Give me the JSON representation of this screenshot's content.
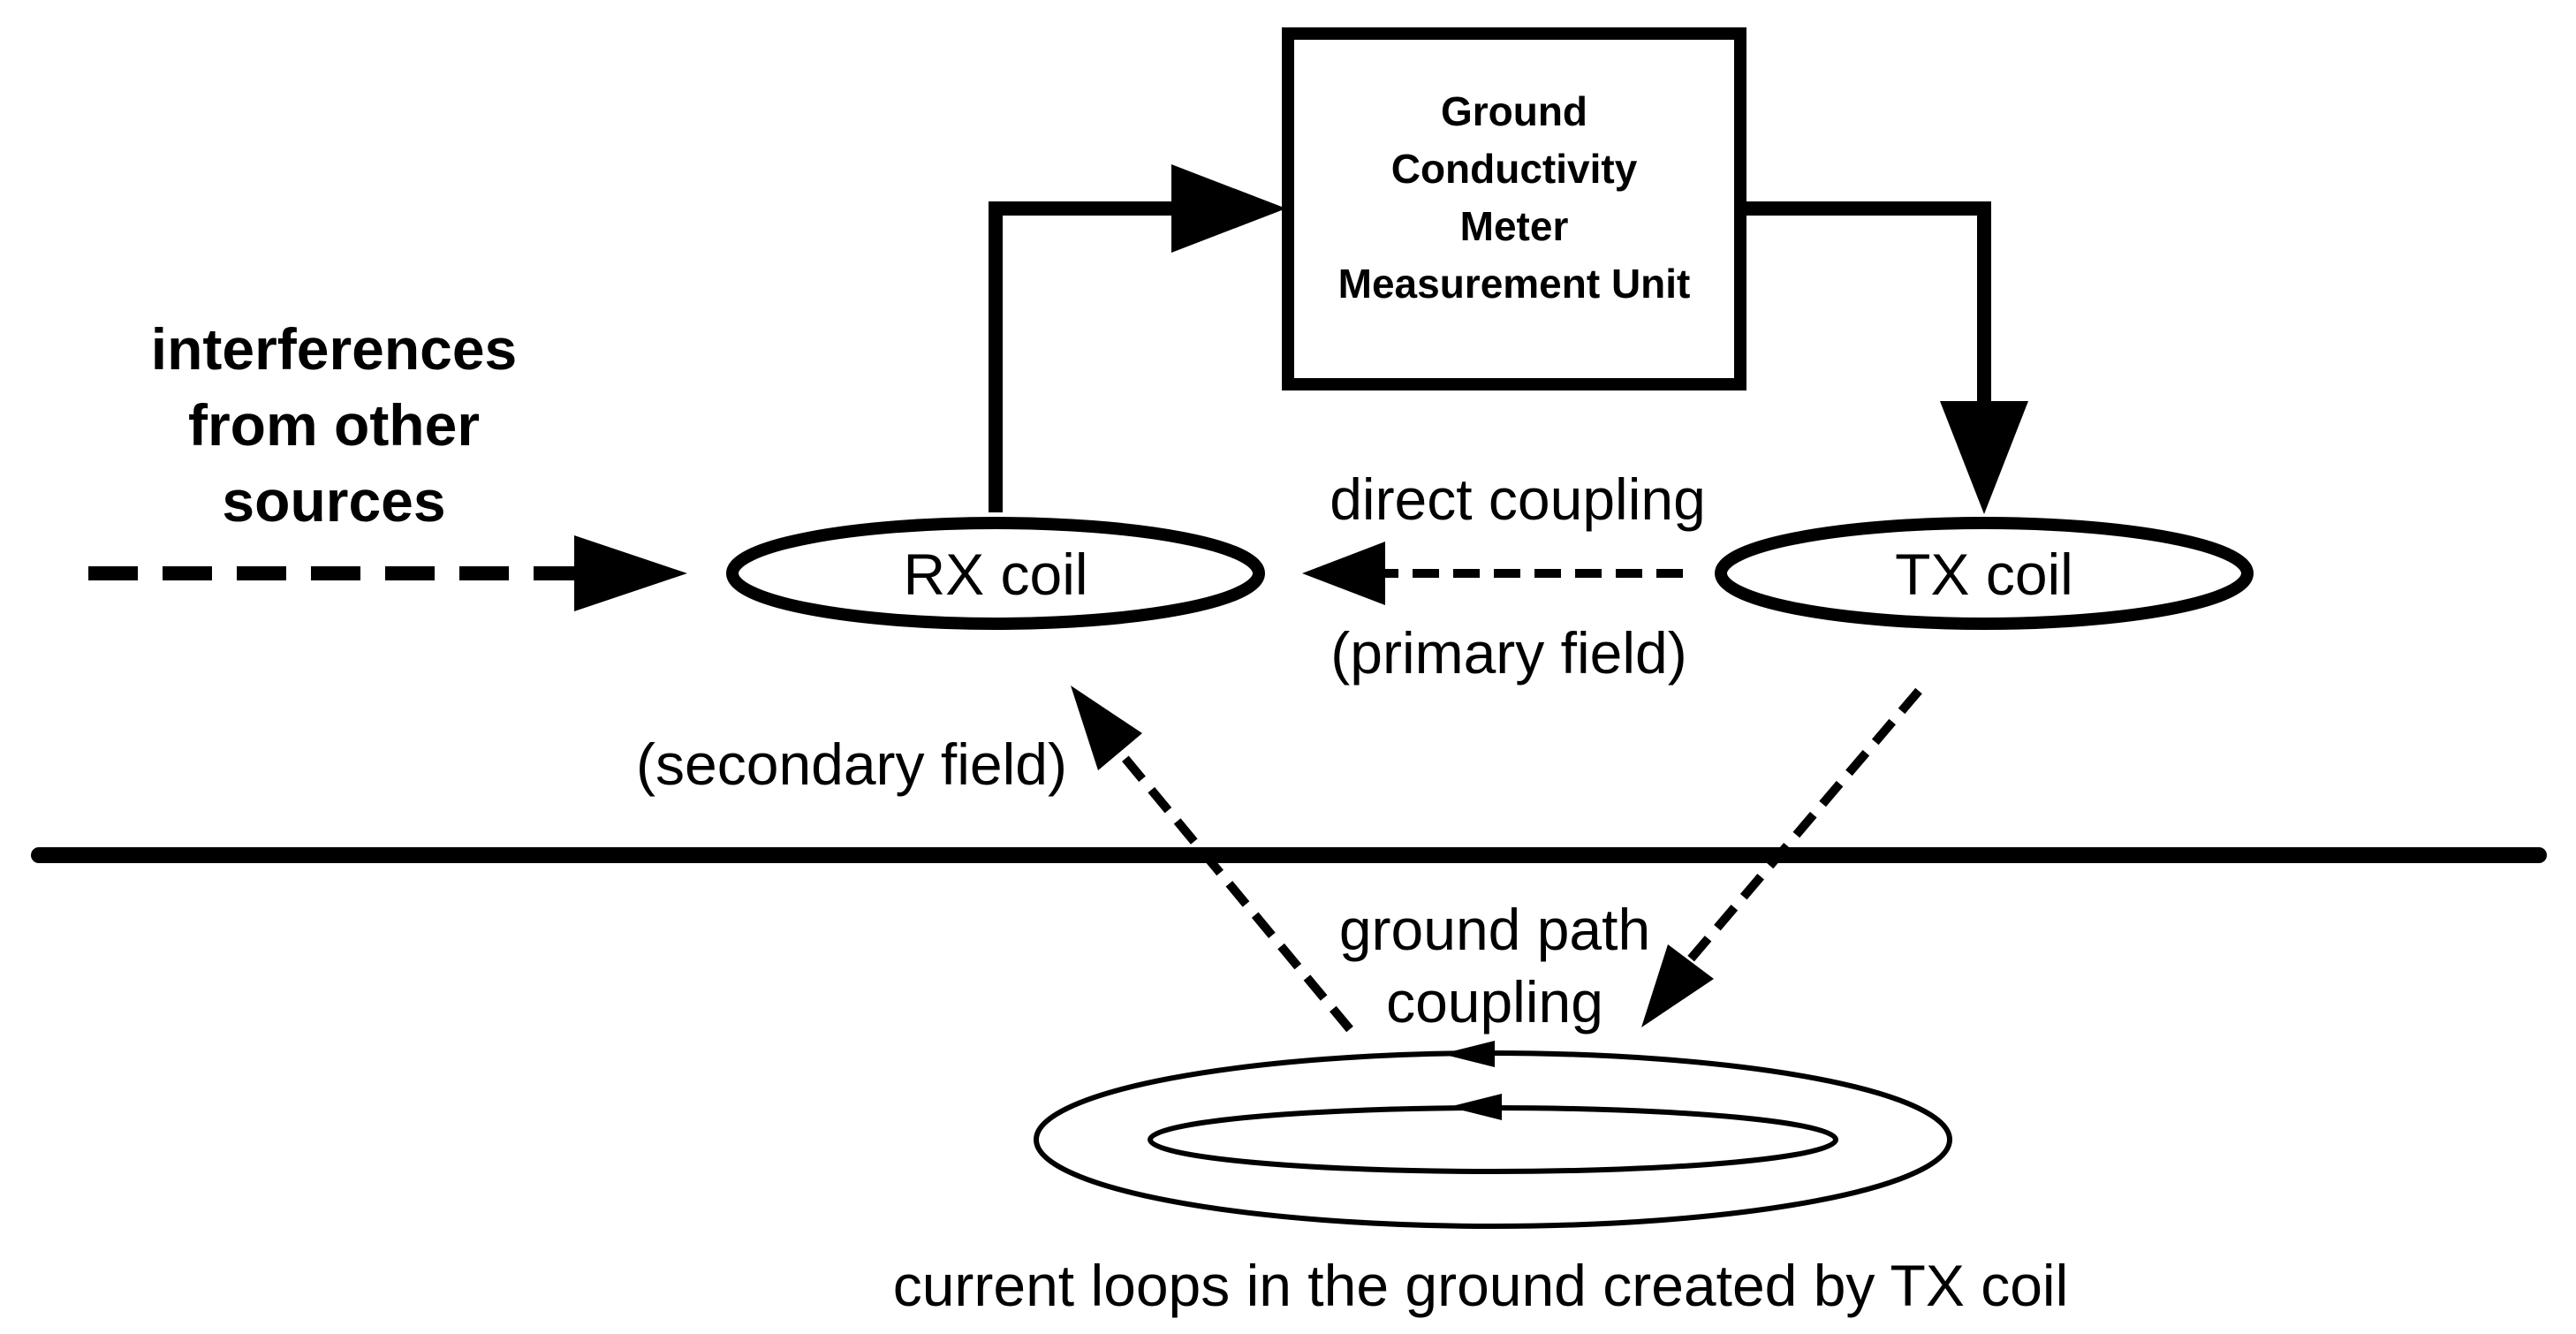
{
  "measurement_unit": {
    "lines": [
      "Ground",
      "Conductivity",
      "Meter",
      "Measurement Unit"
    ]
  },
  "rx_coil": {
    "label": "RX coil"
  },
  "tx_coil": {
    "label": "TX coil"
  },
  "interference": {
    "lines": [
      "interferences",
      "from other",
      "sources"
    ]
  },
  "direct_coupling": {
    "label": "direct coupling",
    "sublabel": "(primary field)"
  },
  "secondary_field": {
    "label": "(secondary field)"
  },
  "ground_path": {
    "lines": [
      "ground path",
      "coupling"
    ]
  },
  "current_loops": {
    "label": "current loops in the ground created by TX coil"
  },
  "colors": {
    "stroke": "#000000",
    "background": "#ffffff"
  }
}
